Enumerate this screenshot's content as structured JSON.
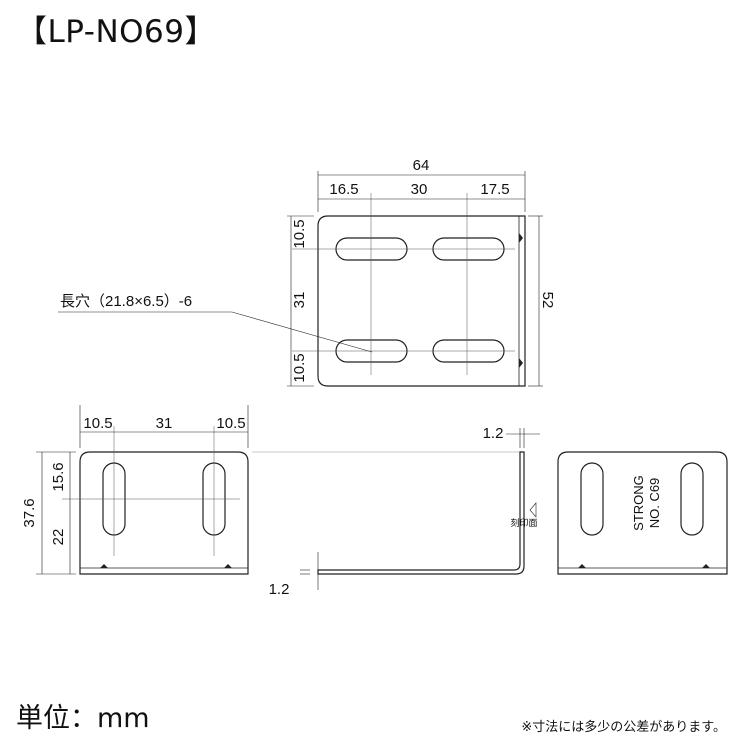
{
  "title": "【LP-NO69】",
  "unit_label": "単位：mm",
  "note": "※寸法には多少の公差があります。",
  "top_view": {
    "dim_width": "64",
    "dim_16_5": "16.5",
    "dim_30": "30",
    "dim_17_5": "17.5",
    "dim_10_5_top": "10.5",
    "dim_31": "31",
    "dim_10_5_bottom": "10.5",
    "dim_52": "52",
    "slot_label": "長穴（21.8×6.5）-6"
  },
  "front_view": {
    "dim_10_5_left": "10.5",
    "dim_31": "31",
    "dim_10_5_right": "10.5",
    "dim_15_6": "15.6",
    "dim_37_6": "37.6",
    "dim_22": "22"
  },
  "side_view": {
    "thickness_top": "1.2",
    "thickness_bottom": "1.2",
    "stamp_side_label": "刻印面"
  },
  "back_view": {
    "stamp_line1": "STRONG",
    "stamp_line2": "NO. C69"
  }
}
